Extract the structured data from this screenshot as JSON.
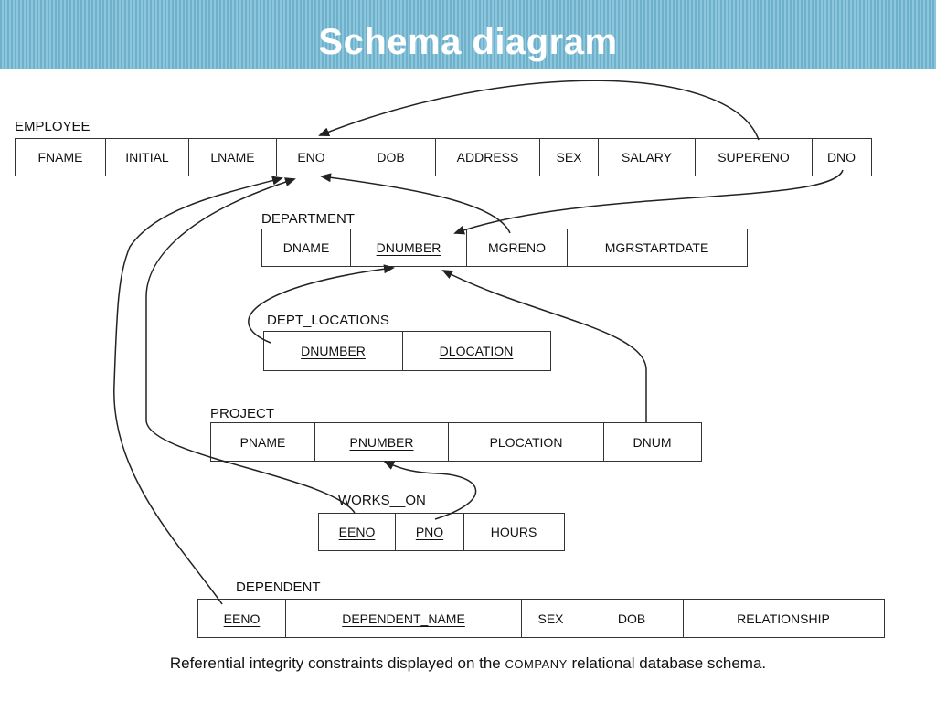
{
  "slide": {
    "title": "Schema diagram",
    "caption_pre": "Referential integrity constraints displayed on the",
    "caption_company": "COMPANY",
    "caption_post": "relational database schema.",
    "banner_color": "#7fbcd5"
  },
  "relations": {
    "employee": {
      "name": "EMPLOYEE",
      "attrs": [
        "FNAME",
        "INITIAL",
        "LNAME",
        "ENO",
        "DOB",
        "ADDRESS",
        "SEX",
        "SALARY",
        "SUPERENO",
        "DNO"
      ]
    },
    "department": {
      "name": "DEPARTMENT",
      "attrs": [
        "DNAME",
        "DNUMBER",
        "MGRENO",
        "MGRSTARTDATE"
      ]
    },
    "dept_locations": {
      "name": "DEPT_LOCATIONS",
      "attrs": [
        "DNUMBER",
        "DLOCATION"
      ]
    },
    "project": {
      "name": "PROJECT",
      "attrs": [
        "PNAME",
        "PNUMBER",
        "PLOCATION",
        "DNUM"
      ]
    },
    "works_on": {
      "name": "WORKS__ON",
      "attrs": [
        "EENO",
        "PNO",
        "HOURS"
      ]
    },
    "dependent": {
      "name": "DEPENDENT",
      "attrs": [
        "EENO",
        "DEPENDENT_NAME",
        "SEX",
        "DOB",
        "RELATIONSHIP"
      ]
    }
  }
}
